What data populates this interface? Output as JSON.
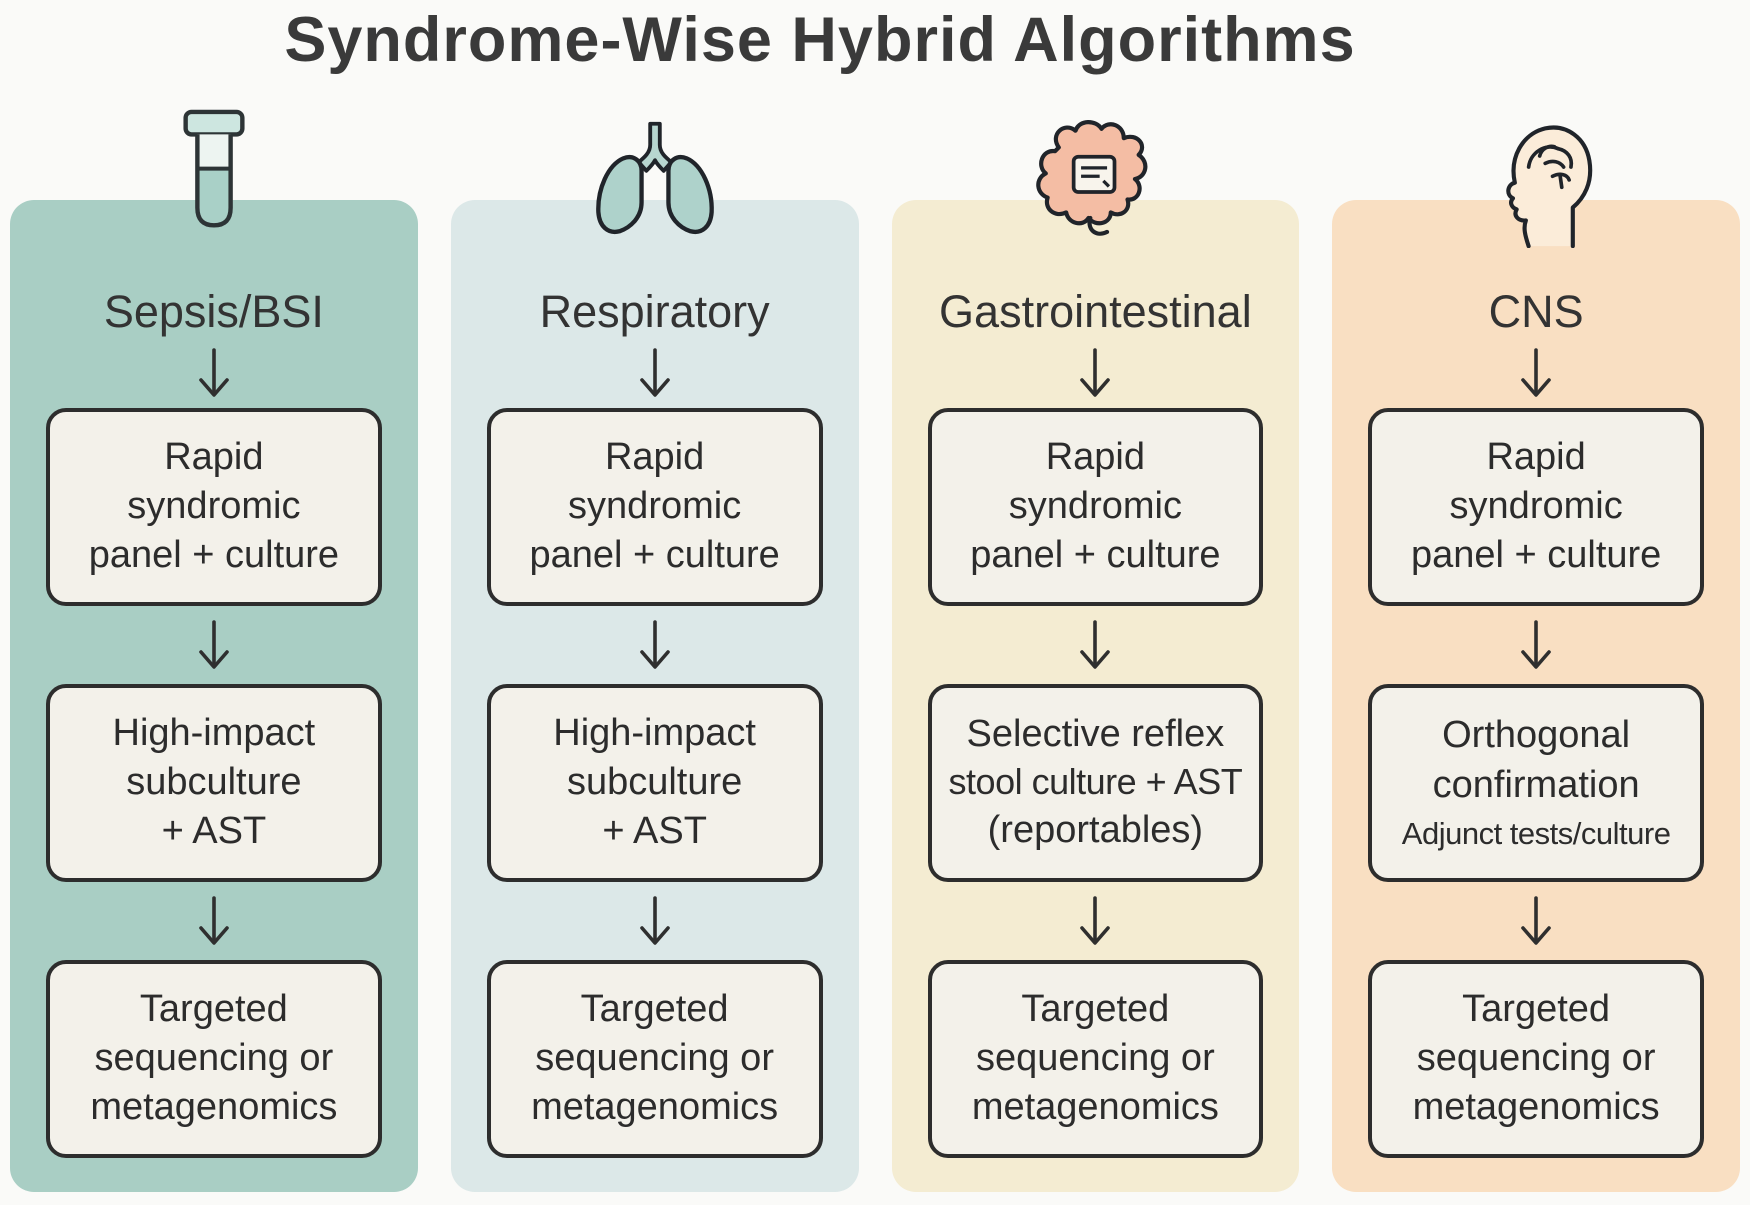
{
  "title": "Syndrome-Wise Hybrid Algorithms",
  "styles": {
    "box_background": "#f3f1ea",
    "box_border": "#2d2d2d",
    "arrow_color": "#2f2f2f",
    "title_color": "#3a3a3a"
  },
  "columns": [
    {
      "label": "Sepsis/BSI",
      "icon": "test-tube-icon",
      "background": "#a9cec4",
      "boxes": [
        {
          "lines": [
            "Rapid",
            "syndromic",
            "panel + culture"
          ]
        },
        {
          "lines": [
            "High-impact",
            "subculture",
            "+ AST"
          ]
        },
        {
          "lines": [
            "Targeted",
            "sequencing or",
            "metagenomics"
          ]
        }
      ]
    },
    {
      "label": "Respiratory",
      "icon": "lungs-icon",
      "background": "#dce8e8",
      "boxes": [
        {
          "lines": [
            "Rapid",
            "syndromic",
            "panel + culture"
          ]
        },
        {
          "lines": [
            "High-impact",
            "subculture",
            "+ AST"
          ]
        },
        {
          "lines": [
            "Targeted",
            "sequencing or",
            "metagenomics"
          ]
        }
      ]
    },
    {
      "label": "Gastrointestinal",
      "icon": "intestines-icon",
      "background": "#f4ecd2",
      "boxes": [
        {
          "lines": [
            "Rapid",
            "syndromic",
            "panel + culture"
          ]
        },
        {
          "lines": [
            "Selective reflex",
            "stool culture + AST",
            "(reportables)"
          ]
        },
        {
          "lines": [
            "Targeted",
            "sequencing or",
            "metagenomics"
          ]
        }
      ]
    },
    {
      "label": "CNS",
      "icon": "brain-head-icon",
      "background": "#f9dfc2",
      "boxes": [
        {
          "lines": [
            "Rapid",
            "syndromic",
            "panel + culture"
          ]
        },
        {
          "lines": [
            "Orthogonal",
            "confirmation"
          ],
          "subline": "Adjunct tests/culture"
        },
        {
          "lines": [
            "Targeted",
            "sequencing or",
            "metagenomics"
          ]
        }
      ]
    }
  ]
}
